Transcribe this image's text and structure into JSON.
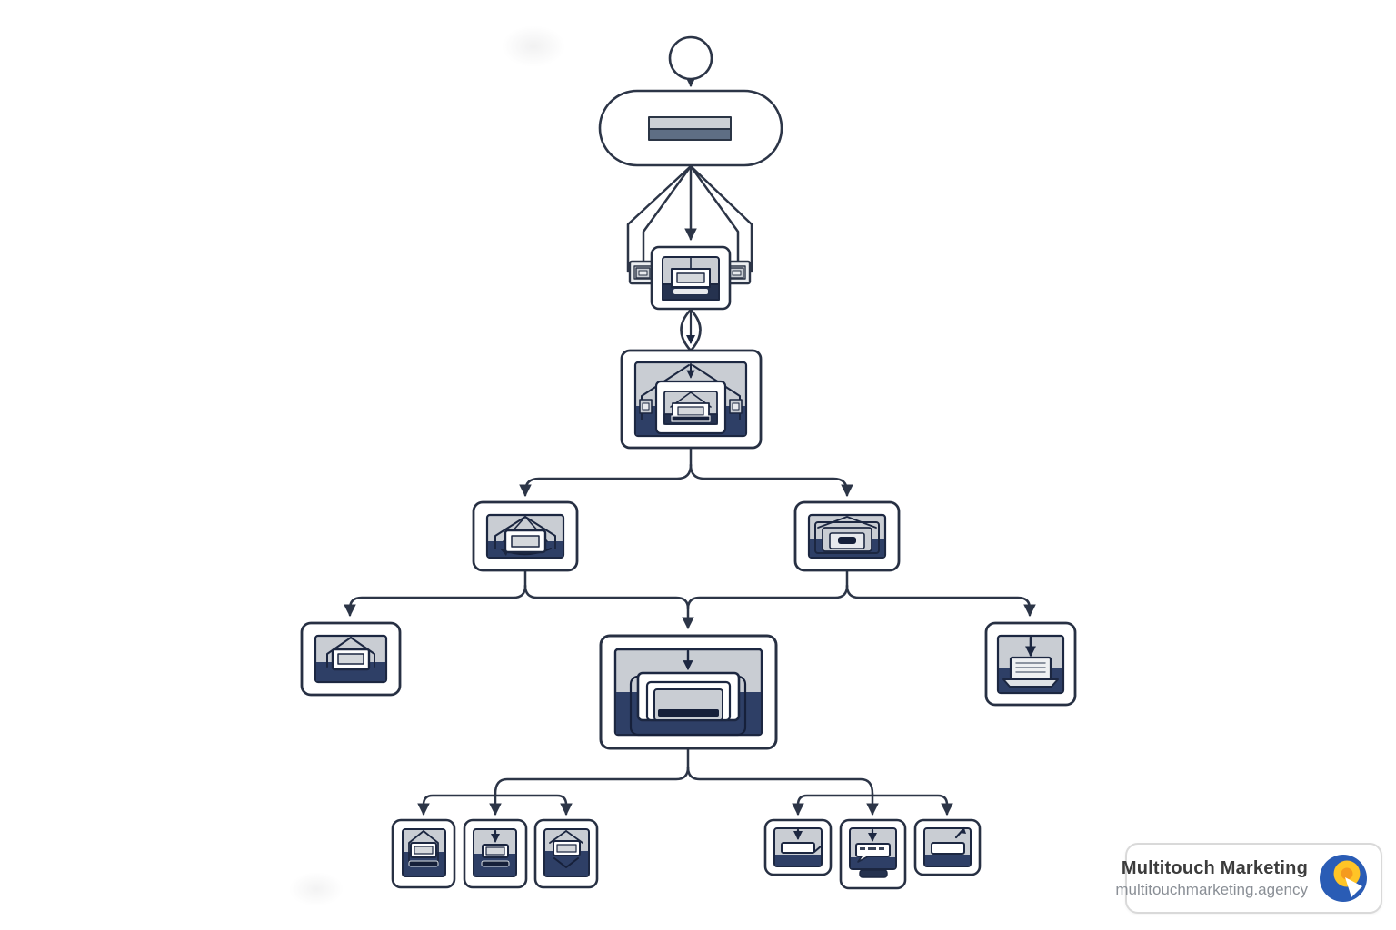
{
  "watermark": {
    "title": "Multitouch Marketing",
    "url": "multitouchmarketing.agency",
    "logo_colors": {
      "blue": "#2a5cb5",
      "yellow": "#ffc426",
      "orange": "#f59b1e",
      "cursor": "#ffffff"
    }
  },
  "palette": {
    "background": "#ffffff",
    "line_stroke": "#2c3547",
    "node_border": "#273043",
    "node_fill": "#ffffff",
    "icon_light_gray": "#c9cdd3",
    "icon_inner_gray": "#d5d8dc",
    "icon_slate_bar": "#5e6e84",
    "icon_navy": "#2e3f66",
    "icon_dark_navy": "#1c2741"
  },
  "diagram": {
    "type": "flowchart",
    "description": "Recursive sitemap-style flowchart: start circle flows into a stadium header, fans out into a window node, through a lens connector into a master window node, which branches into two mid-level window nodes; these converge on a central hub node and two outer leaf nodes; the hub branches into two clusters of three small window nodes each. Every node contains a miniature window illustration (gray top, navy bottom).",
    "nodes": [
      {
        "id": "start-circle",
        "level": 0,
        "kind": "start"
      },
      {
        "id": "stadium-header",
        "level": 1,
        "kind": "stadium",
        "content": "two-tone horizontal bar"
      },
      {
        "id": "window-node",
        "level": 2,
        "kind": "window-card with side tabs"
      },
      {
        "id": "lens-connector",
        "level": 2,
        "kind": "lens/decision shape"
      },
      {
        "id": "master-window",
        "level": 3,
        "kind": "large window-card, nested mini flowchart"
      },
      {
        "id": "branch-left",
        "level": 4,
        "kind": "window-card, tent icon"
      },
      {
        "id": "branch-right",
        "level": 4,
        "kind": "window-card, concentric frames icon"
      },
      {
        "id": "leaf-far-left",
        "level": 5,
        "kind": "window-card, house icon"
      },
      {
        "id": "hub-center",
        "level": 5,
        "kind": "large window-card, concentric stack + arrow"
      },
      {
        "id": "leaf-far-right",
        "level": 5,
        "kind": "window-card, laptop + arrow icon"
      },
      {
        "id": "bottom-left-1",
        "level": 6,
        "kind": "small card, tent window icon"
      },
      {
        "id": "bottom-left-2",
        "level": 6,
        "kind": "small card, arrow window icon"
      },
      {
        "id": "bottom-left-3",
        "level": 6,
        "kind": "small card, tent window + chevron icon"
      },
      {
        "id": "bottom-right-1",
        "level": 6,
        "kind": "small card, arrow + flat bar icon"
      },
      {
        "id": "bottom-right-2",
        "level": 6,
        "kind": "small card, arrow + keyboard bubble icon"
      },
      {
        "id": "bottom-right-3",
        "level": 6,
        "kind": "small card, flat bar + cursor icon"
      }
    ],
    "edges": [
      [
        "start-circle",
        "stadium-header"
      ],
      [
        "stadium-header",
        "window-node"
      ],
      [
        "window-node",
        "lens-connector"
      ],
      [
        "lens-connector",
        "master-window"
      ],
      [
        "master-window",
        "branch-left"
      ],
      [
        "master-window",
        "branch-right"
      ],
      [
        "branch-left",
        "leaf-far-left"
      ],
      [
        "branch-left",
        "hub-center"
      ],
      [
        "branch-right",
        "hub-center"
      ],
      [
        "branch-right",
        "leaf-far-right"
      ],
      [
        "hub-center",
        "bottom-left-1"
      ],
      [
        "hub-center",
        "bottom-left-2"
      ],
      [
        "hub-center",
        "bottom-left-3"
      ],
      [
        "hub-center",
        "bottom-right-1"
      ],
      [
        "hub-center",
        "bottom-right-2"
      ],
      [
        "hub-center",
        "bottom-right-3"
      ]
    ]
  }
}
